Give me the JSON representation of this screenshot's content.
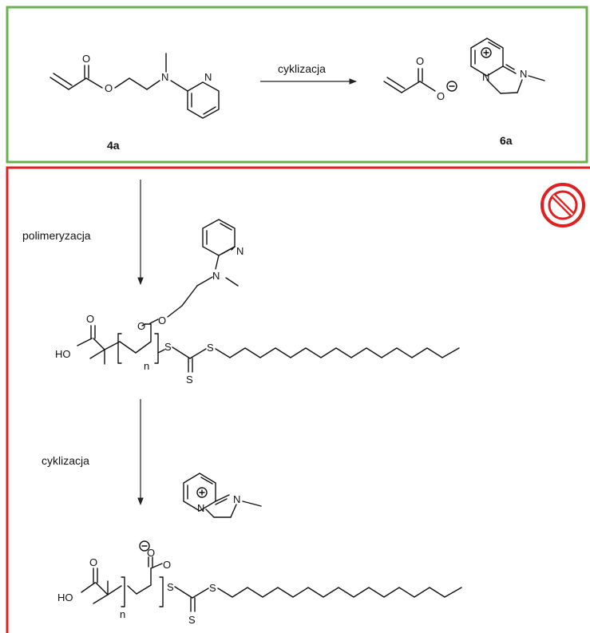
{
  "top_panel": {
    "border_color": "#6ab04c",
    "arrow_label": "cyklizacja",
    "compound_left": "4a",
    "compound_right": "6a"
  },
  "bottom_panel": {
    "border_color": "#e02020",
    "prohibited_icon": "prohibited-icon",
    "step1_label": "polimeryzacja",
    "step2_label": "cyklizacja"
  },
  "atoms": {
    "O": "O",
    "N": "N",
    "S": "S",
    "HO": "HO",
    "n": "n",
    "plus": "+",
    "minus": "−"
  }
}
